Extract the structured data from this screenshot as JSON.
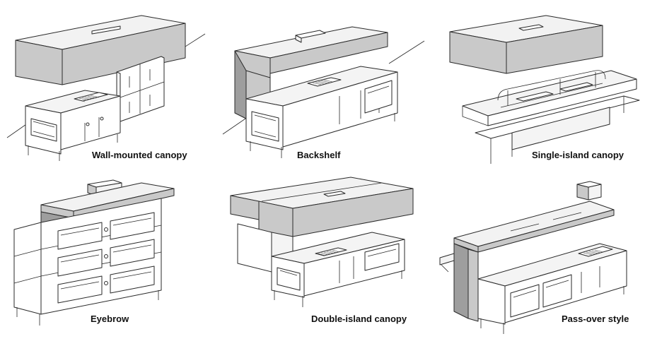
{
  "panels": [
    {
      "caption": "Wall-mounted canopy"
    },
    {
      "caption": "Backshelf"
    },
    {
      "caption": "Single-island canopy"
    },
    {
      "caption": "Eyebrow"
    },
    {
      "caption": "Double-island canopy"
    },
    {
      "caption": "Pass-over style"
    }
  ]
}
